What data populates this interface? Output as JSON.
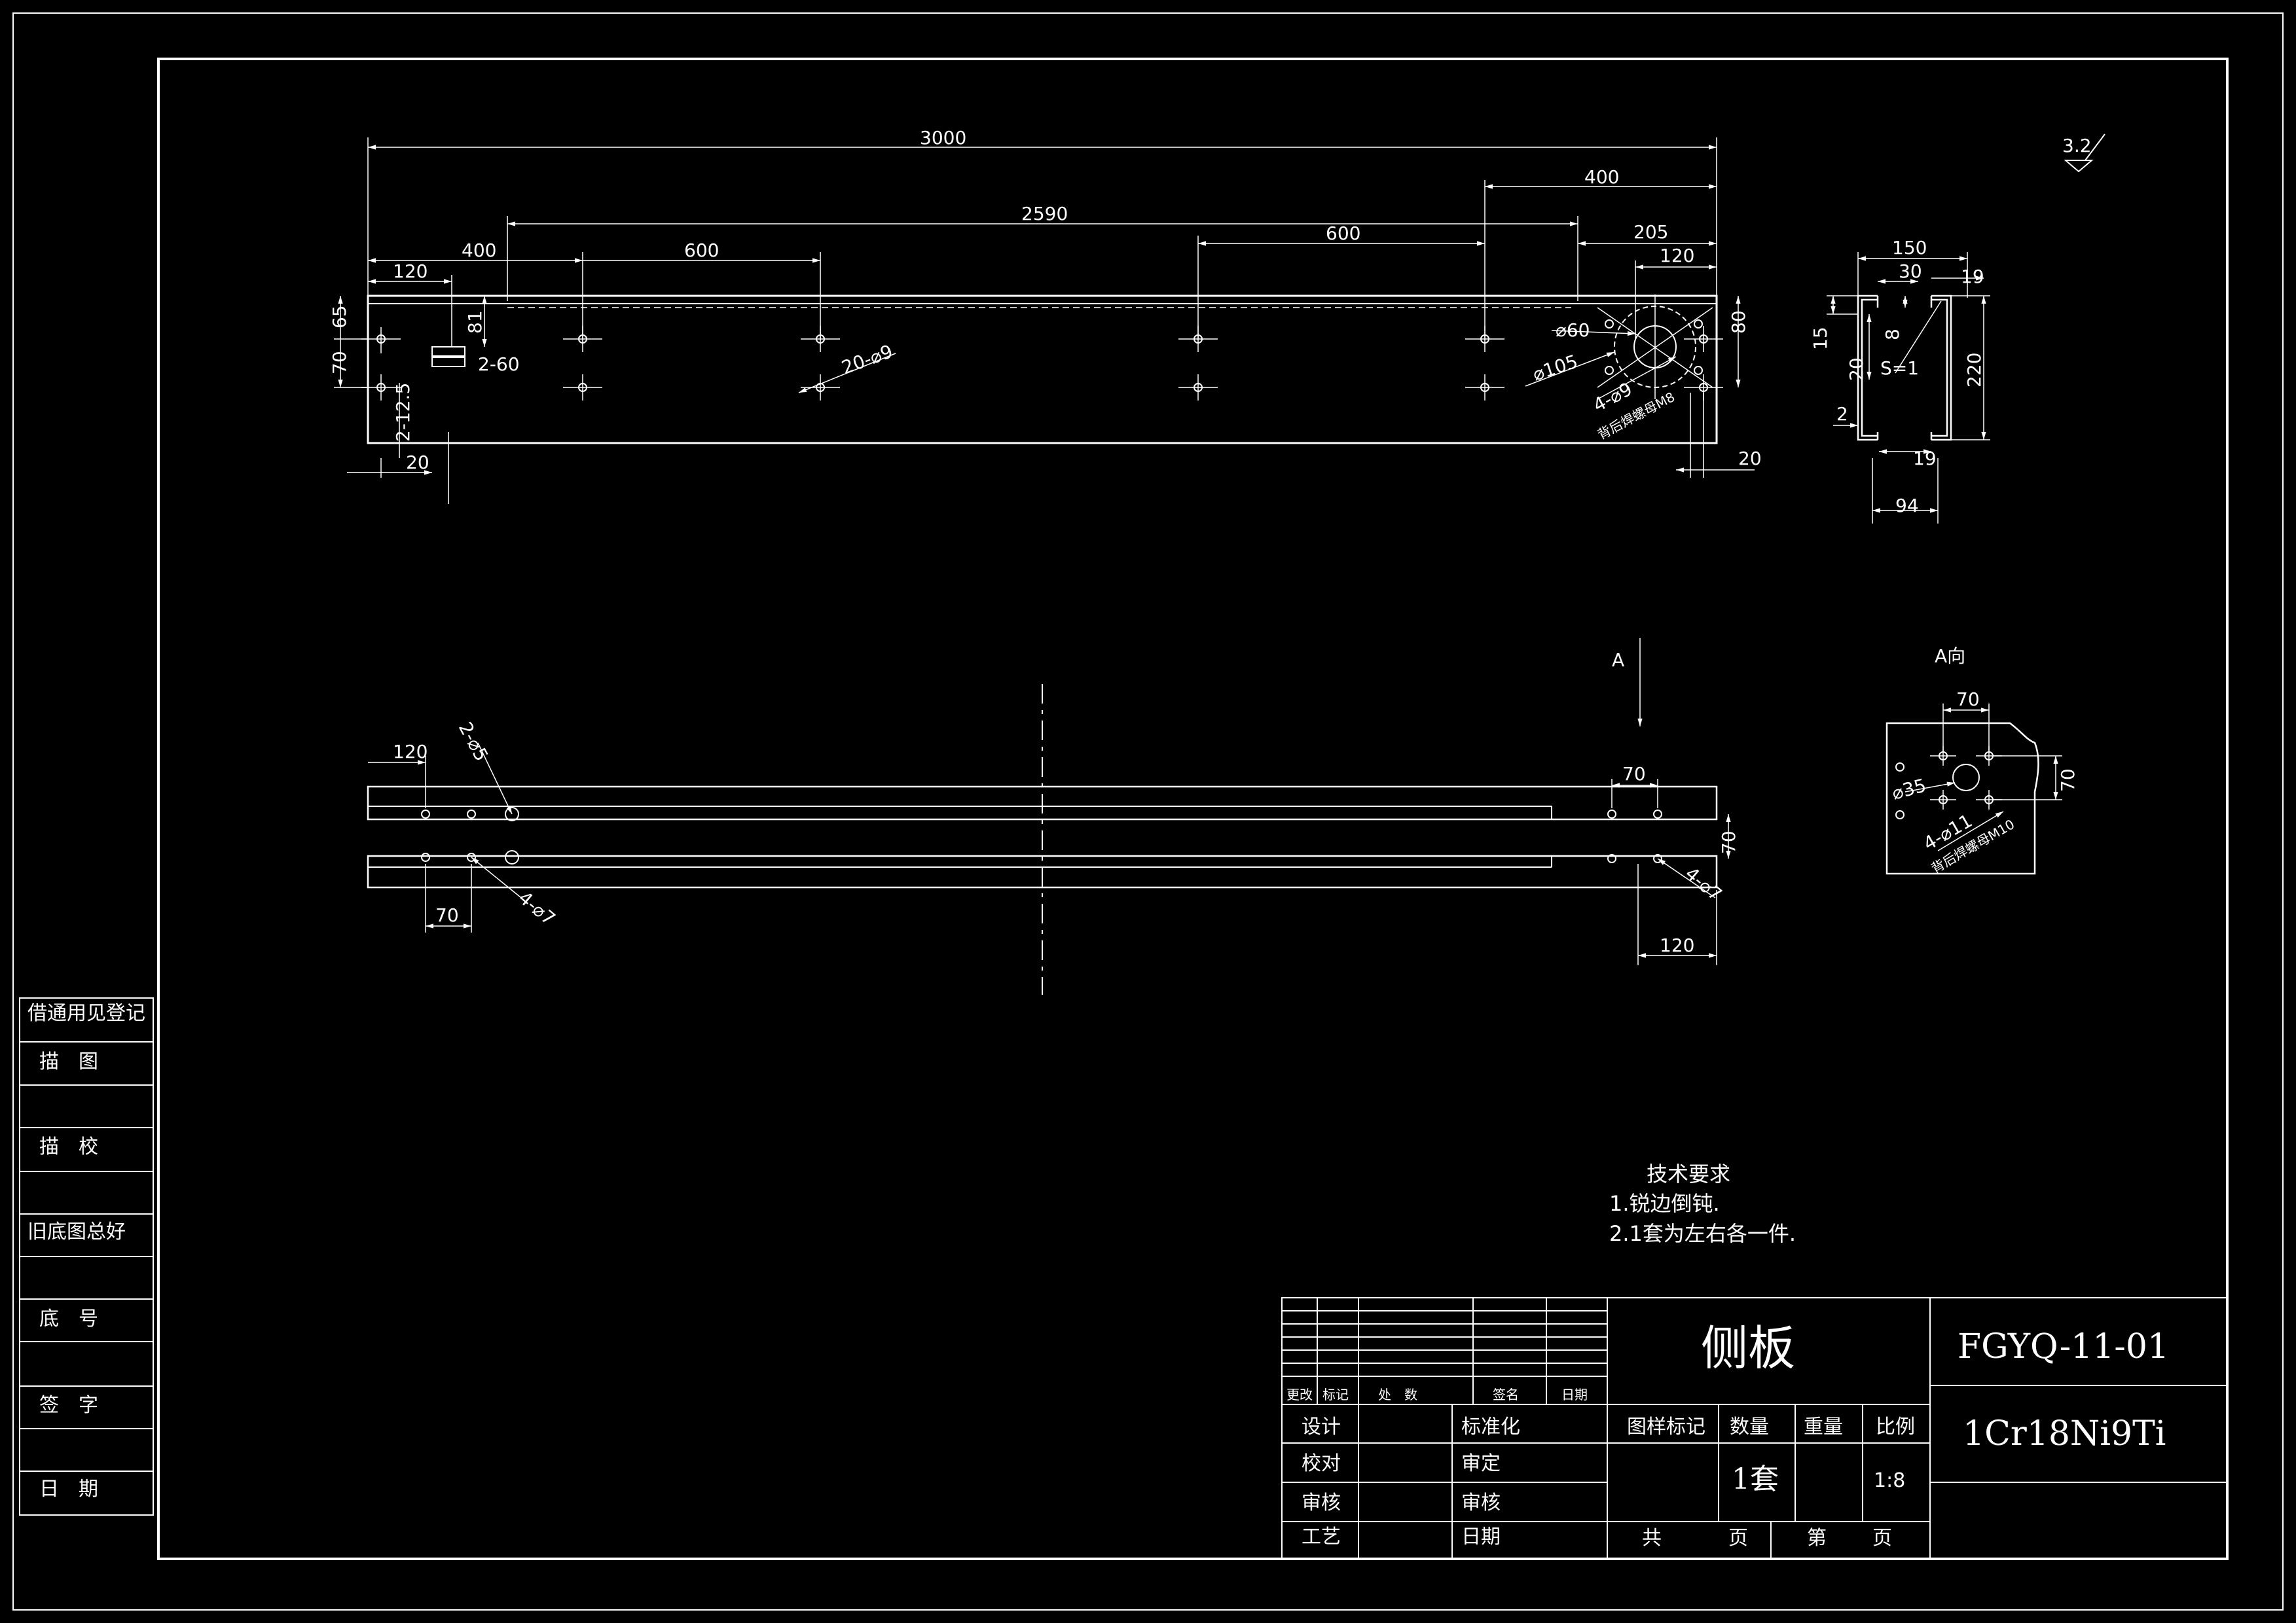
{
  "roughness": "3.2",
  "main_view": {
    "dims": {
      "overall": "3000",
      "d2590": "2590",
      "d400_right": "400",
      "d400_left": "400",
      "d600_left": "600",
      "d600_right": "600",
      "d205": "205",
      "d120_left": "120",
      "d120_right": "120",
      "d65": "65",
      "d70": "70",
      "d81": "81",
      "slot": "2-60",
      "slot_w": "2-12.5",
      "d20_left": "20",
      "d20_right": "20",
      "d80": "80",
      "holes": "20-⌀9",
      "phi60": "⌀60",
      "phi105": "⌀105",
      "holes4": "4-⌀9",
      "nut_note": "背后焊螺母M8"
    }
  },
  "section_view": {
    "d150": "150",
    "d30": "30",
    "d19_top": "19",
    "d15": "15",
    "d8": "8",
    "d20": "20",
    "s": "S=1",
    "d220": "220",
    "d2": "2",
    "d19_bottom": "19",
    "d94": "94"
  },
  "bottom_view": {
    "a_label": "A",
    "d120_left": "120",
    "phi5": "2-⌀5",
    "d70_left": "70",
    "phi7_left": "4-⌀7",
    "d70_right": "70",
    "d70_vert": "70",
    "phi7_right": "4-⌀7",
    "d120_right": "120"
  },
  "a_view": {
    "title": "A向",
    "d70_top": "70",
    "d70_side": "70",
    "phi35": "⌀35",
    "phi11": "4-⌀11",
    "nut_note": "背后焊螺母M10"
  },
  "tech_req": {
    "heading": "技术要求",
    "items": [
      "1.锐边倒钝.",
      "2.1套为左右各一件."
    ]
  },
  "side_panel": {
    "items": [
      "借通用见登记",
      "描　图",
      "描　校",
      "旧底图总好",
      "底　号",
      "签　字",
      "日　期"
    ]
  },
  "title_block": {
    "part_name": "侧板",
    "drawing_no": "FGYQ-11-01",
    "material": "1Cr18Ni9Ti",
    "rev_headers": [
      "更改",
      "标记",
      "处　数",
      "签名",
      "日期"
    ],
    "design": "设计",
    "standard": "标准化",
    "check": "校对",
    "approve": "审定",
    "review1": "审核",
    "review2": "审核",
    "process": "工艺",
    "date": "日期",
    "mark_label": "图样标记",
    "qty_label": "数量",
    "weight_label": "重量",
    "scale_label": "比例",
    "qty_value": "1套",
    "scale_value": "1:8",
    "total_label": "共",
    "page_label": "页",
    "nth_label": "第",
    "page_label2": "页"
  }
}
